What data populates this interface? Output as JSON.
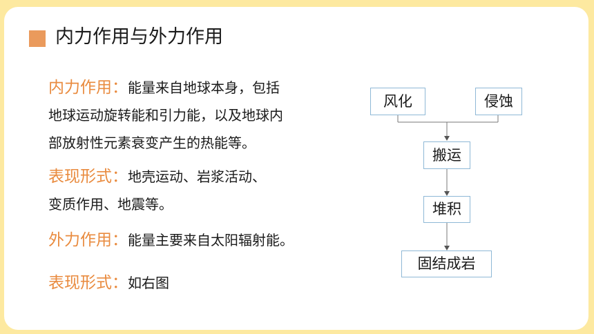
{
  "title": "内力作用与外力作用",
  "endogenic": {
    "label": "内力作用：",
    "line1": "能量来自地球本身，包括",
    "line2": "地球运动旋转能和引力能，以及地球内",
    "line3": "部放射性元素衰变产生的热能等。"
  },
  "endogenic_forms": {
    "label": "表现形式：",
    "line1": "地壳运动、岩浆活动、",
    "line2": "变质作用、地震等。"
  },
  "exogenic": {
    "label": "外力作用：",
    "text": "能量主要来自太阳辐射能。"
  },
  "exogenic_forms": {
    "label": "表现形式：",
    "text": "如右图"
  },
  "diagram": {
    "weathering": "风化",
    "erosion": "侵蚀",
    "transport": "搬运",
    "deposition": "堆积",
    "lithification": "固结成岩"
  }
}
